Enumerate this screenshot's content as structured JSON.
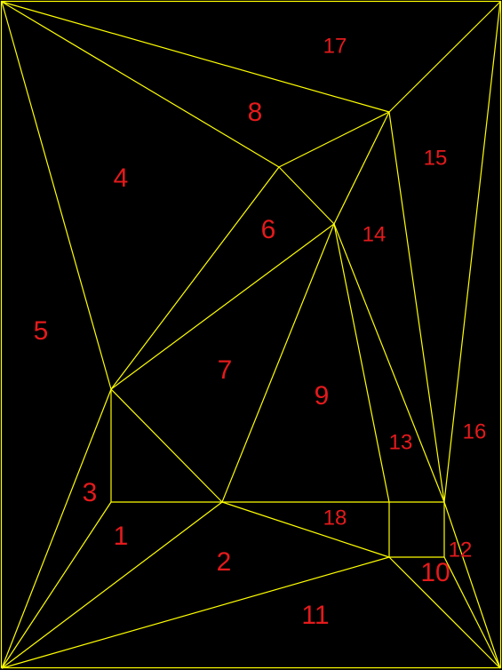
{
  "diagram": {
    "background_color": "#000000",
    "line_color": "#ffff00",
    "label_color": "#e41a1c",
    "regions": [
      {
        "id": "r1",
        "label": "1"
      },
      {
        "id": "r2",
        "label": "2"
      },
      {
        "id": "r3",
        "label": "3"
      },
      {
        "id": "r4",
        "label": "4"
      },
      {
        "id": "r5",
        "label": "5"
      },
      {
        "id": "r6",
        "label": "6"
      },
      {
        "id": "r7",
        "label": "7"
      },
      {
        "id": "r8",
        "label": "8"
      },
      {
        "id": "r9",
        "label": "9"
      },
      {
        "id": "r10",
        "label": "10"
      },
      {
        "id": "r11",
        "label": "11"
      },
      {
        "id": "r12",
        "label": "12"
      },
      {
        "id": "r13",
        "label": "13"
      },
      {
        "id": "r14",
        "label": "14"
      },
      {
        "id": "r15",
        "label": "15"
      },
      {
        "id": "r16",
        "label": "16"
      },
      {
        "id": "r17",
        "label": "17"
      },
      {
        "id": "r18",
        "label": "18"
      }
    ]
  }
}
